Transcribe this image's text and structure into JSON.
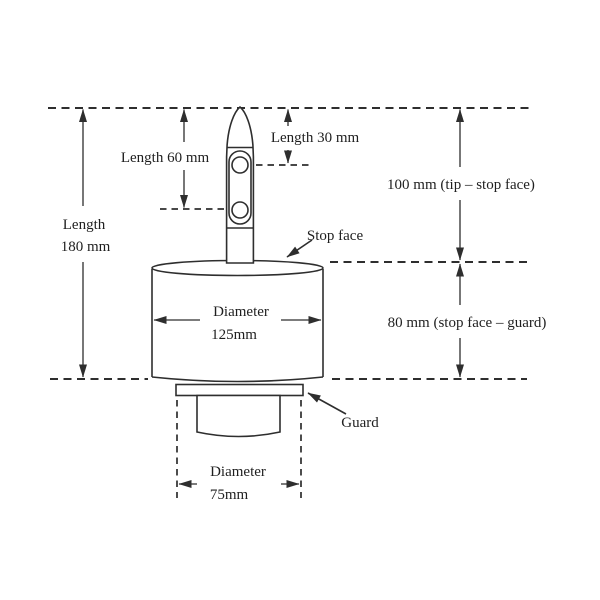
{
  "labels": {
    "length_total_line1": "Length",
    "length_total_line2": "180 mm",
    "length_60": "Length 60 mm",
    "length_30": "Length 30 mm",
    "tip_to_stop_face": "100 mm (tip – stop face)",
    "stop_face_to_guard": "80 mm (stop face – guard)",
    "diameter_body_line1": "Diameter",
    "diameter_body_line2": "125mm",
    "diameter_guard_line1": "Diameter",
    "diameter_guard_line2": "75mm",
    "stop_face": "Stop face",
    "guard": "Guard"
  },
  "colors": {
    "line": "#2e2e2e",
    "text": "#1f1f1f",
    "background": "#ffffff"
  }
}
